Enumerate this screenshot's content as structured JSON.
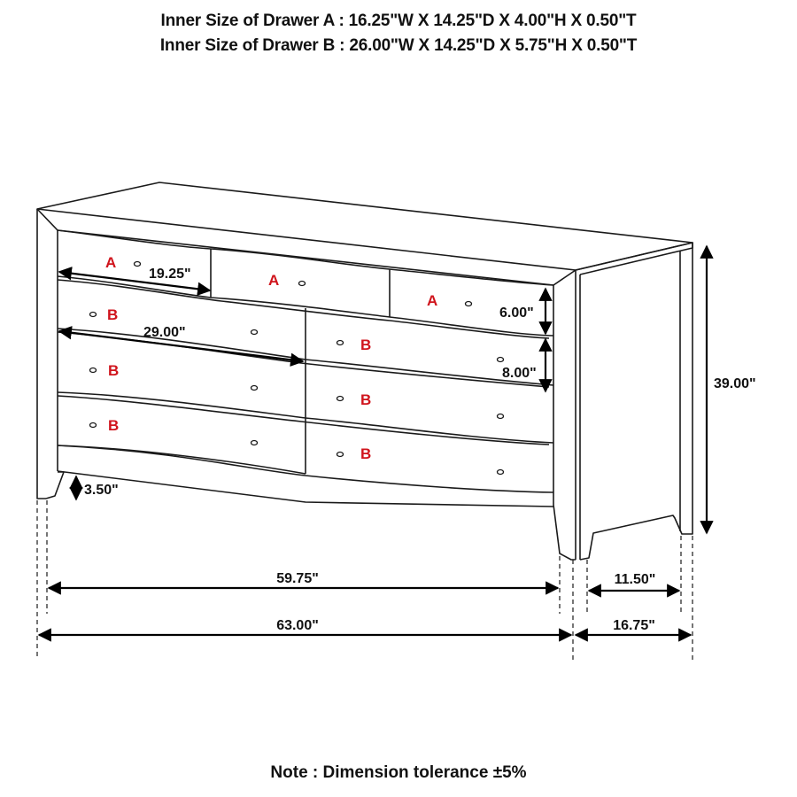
{
  "header": {
    "drawer_a_spec": "Inner Size of Drawer A : 16.25\"W X 14.25\"D X 4.00\"H X 0.50\"T",
    "drawer_b_spec": "Inner Size of Drawer B : 26.00\"W X 14.25\"D X 5.75\"H X 0.50\"T"
  },
  "colors": {
    "drawer_label": "#d0141c",
    "line": "#1a1a1a",
    "text": "#111111"
  },
  "drawers": {
    "a1": "A",
    "a2": "A",
    "a3": "A",
    "b1": "B",
    "b2": "B",
    "b3": "B",
    "b4": "B",
    "b5": "B",
    "b6": "B"
  },
  "dimensions": {
    "drawer_a_width": "19.25\"",
    "drawer_b_width": "29.00\"",
    "drawer_a_height": "6.00\"",
    "drawer_b_height": "8.00\"",
    "total_height": "39.00\"",
    "leg_clearance": "3.50\"",
    "inner_width": "59.75\"",
    "overall_width": "63.00\"",
    "inner_depth": "11.50\"",
    "overall_depth": "16.75\""
  },
  "note": "Note : Dimension tolerance ±5%"
}
